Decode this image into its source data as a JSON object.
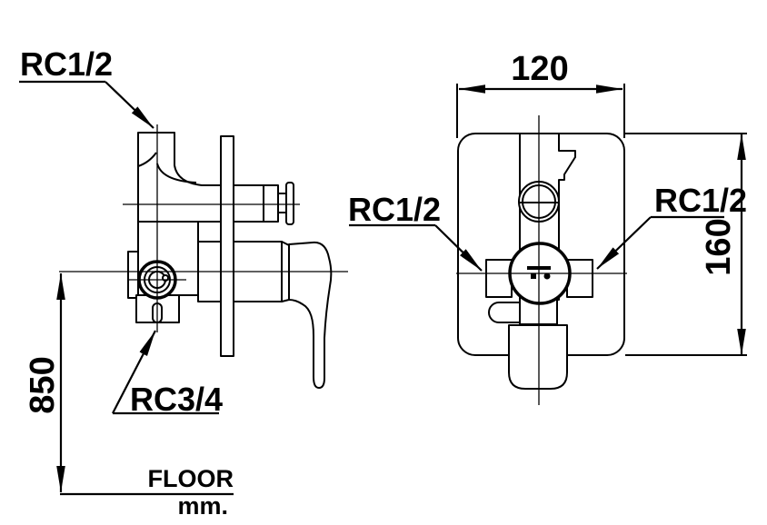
{
  "page": {
    "background": "#ffffff",
    "line_color": "#000000"
  },
  "side_view": {
    "top_inlet_label": "RC1/2",
    "bottom_outlet_label": "RC3/4",
    "height_dim": "850",
    "floor_label": "FLOOR",
    "units_label": "mm."
  },
  "front_view": {
    "width_dim": "120",
    "height_dim": "160",
    "left_inlet_label": "RC1/2",
    "right_inlet_label": "RC1/2"
  }
}
